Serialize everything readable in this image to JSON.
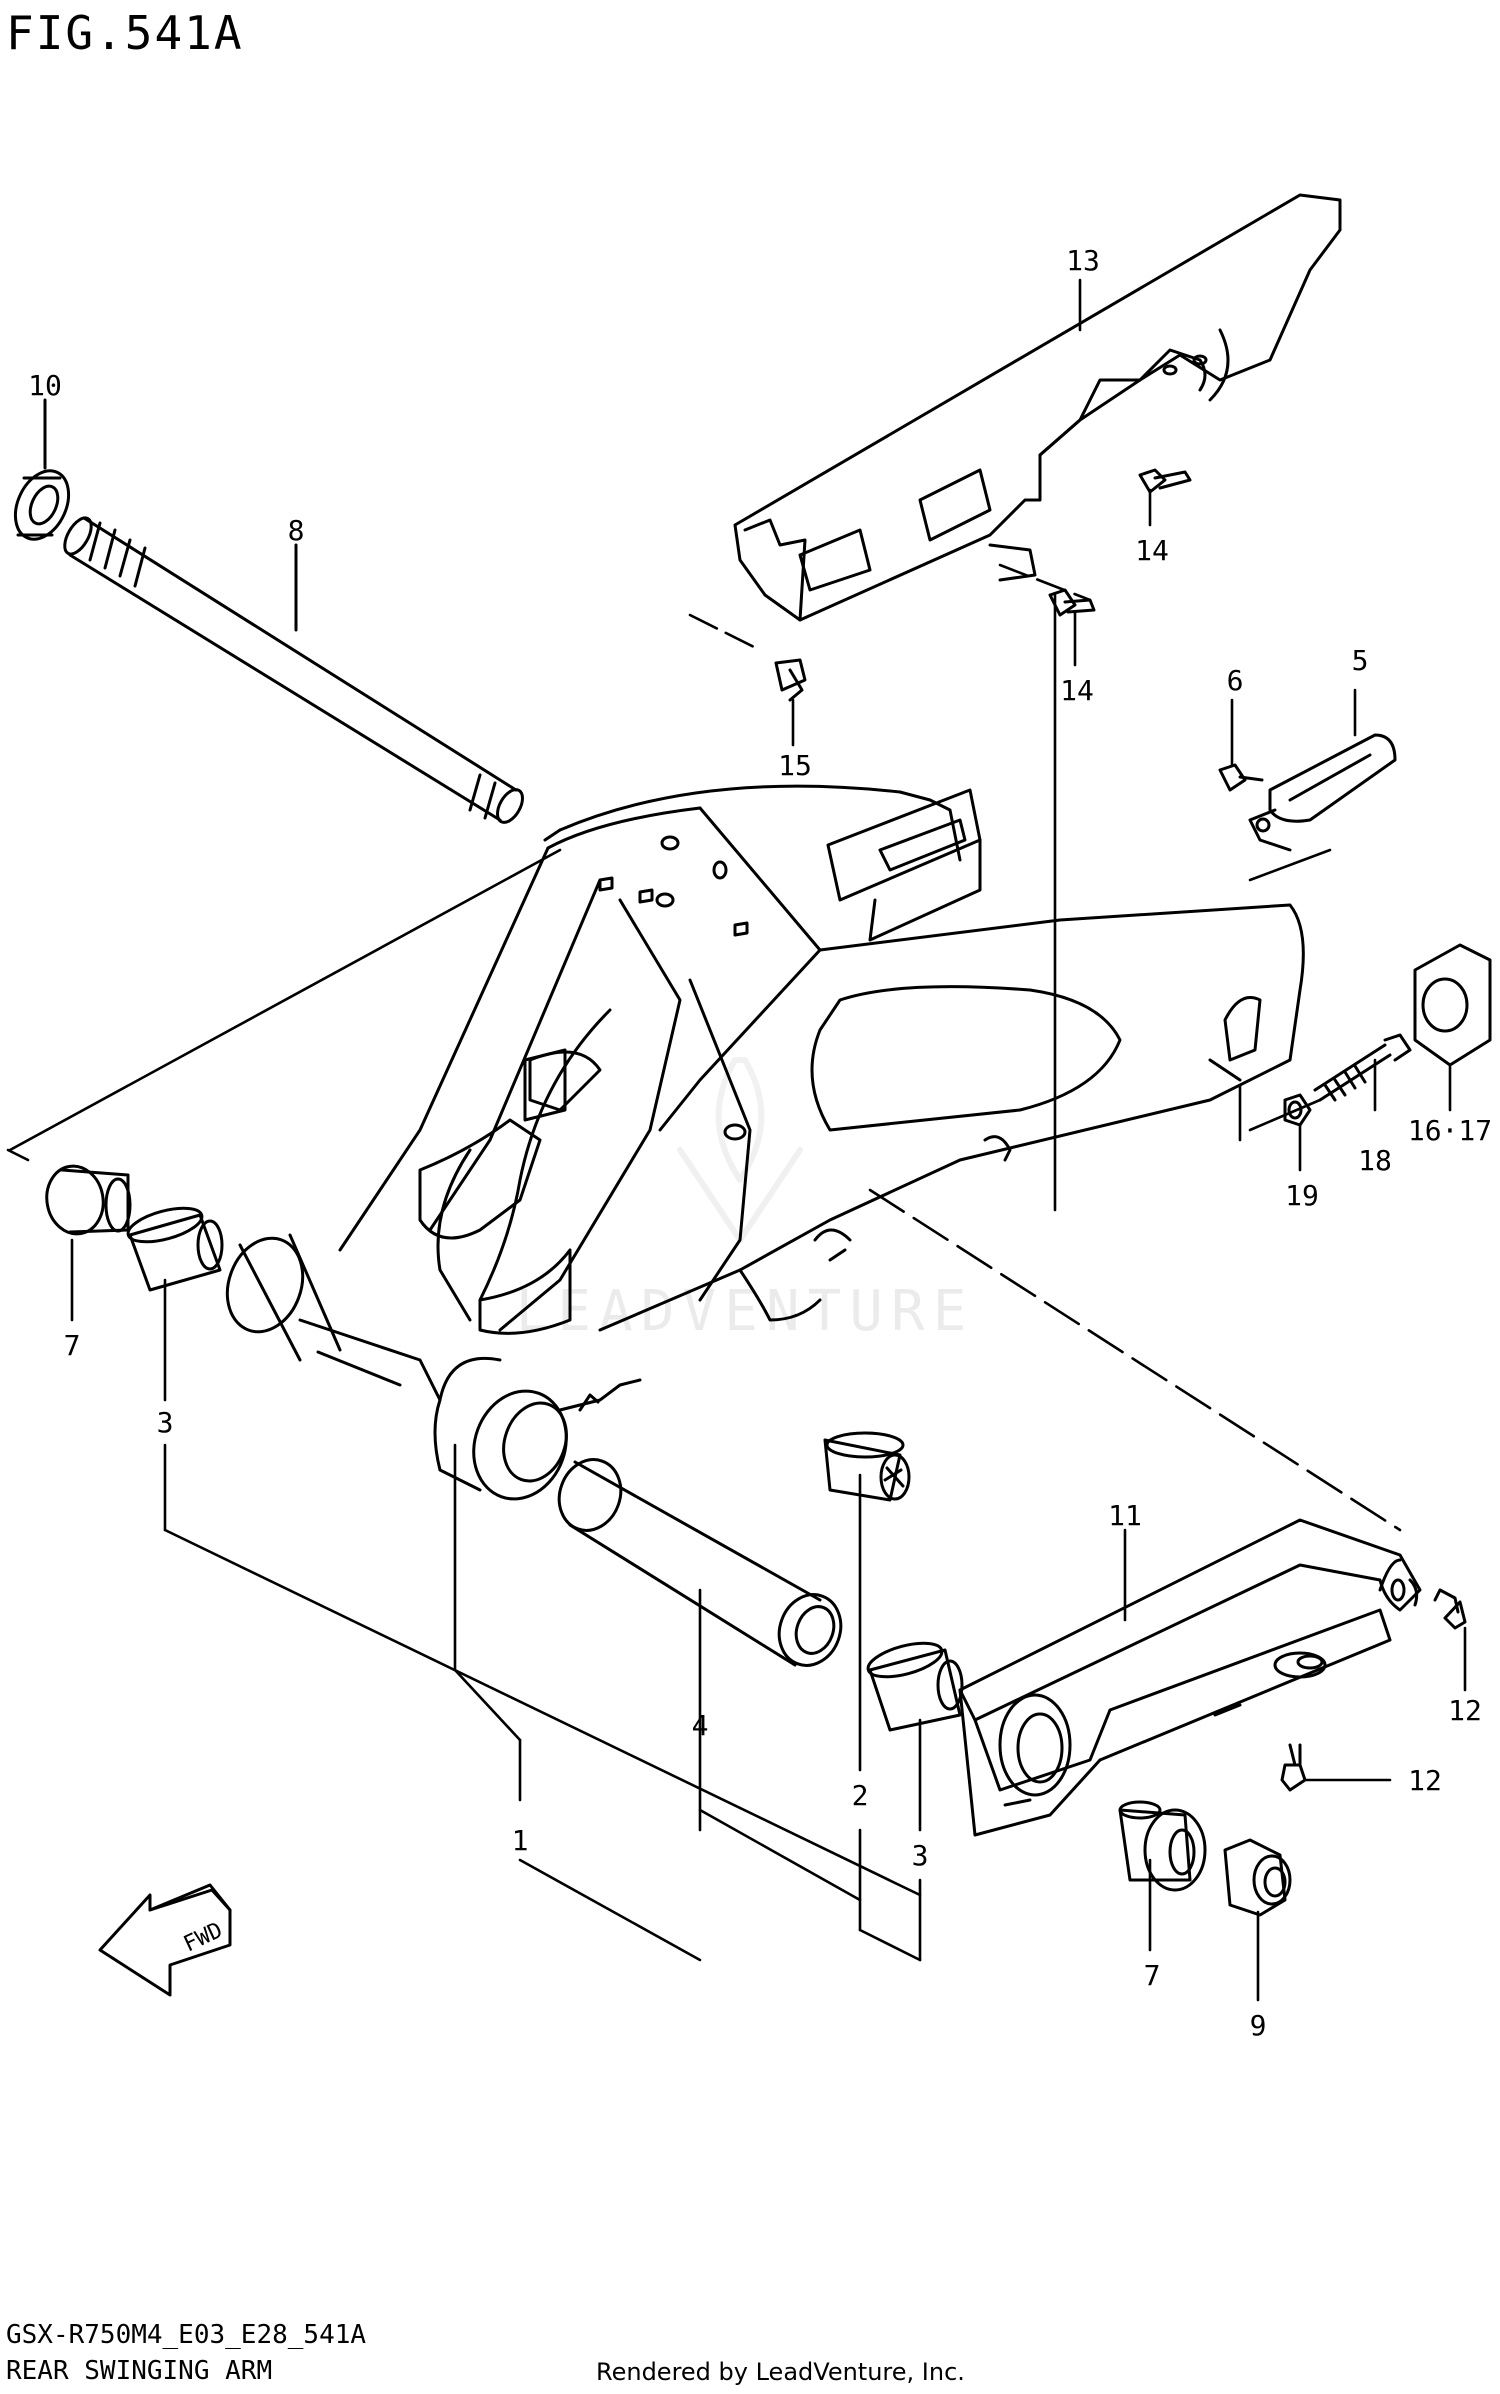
{
  "header": {
    "fig_title": "FIG.541A"
  },
  "footer": {
    "model_code": "GSX-R750M4_E03_E28_541A",
    "section_name": "REAR SWINGING ARM",
    "rendered_by": "Rendered by LeadVenture, Inc."
  },
  "watermark": {
    "text": "LEADVENTURE"
  },
  "direction_arrow": {
    "label": "FWD"
  },
  "callouts": {
    "c1": "1",
    "c2": "2",
    "c3a": "3",
    "c3b": "3",
    "c4": "4",
    "c5": "5",
    "c6": "6",
    "c7a": "7",
    "c7b": "7",
    "c8": "8",
    "c9": "9",
    "c10": "10",
    "c11": "11",
    "c12a": "12",
    "c12b": "12",
    "c13": "13",
    "c14a": "14",
    "c14b": "14",
    "c15": "15",
    "c16_17": "16·17",
    "c18": "18",
    "c19": "19"
  }
}
